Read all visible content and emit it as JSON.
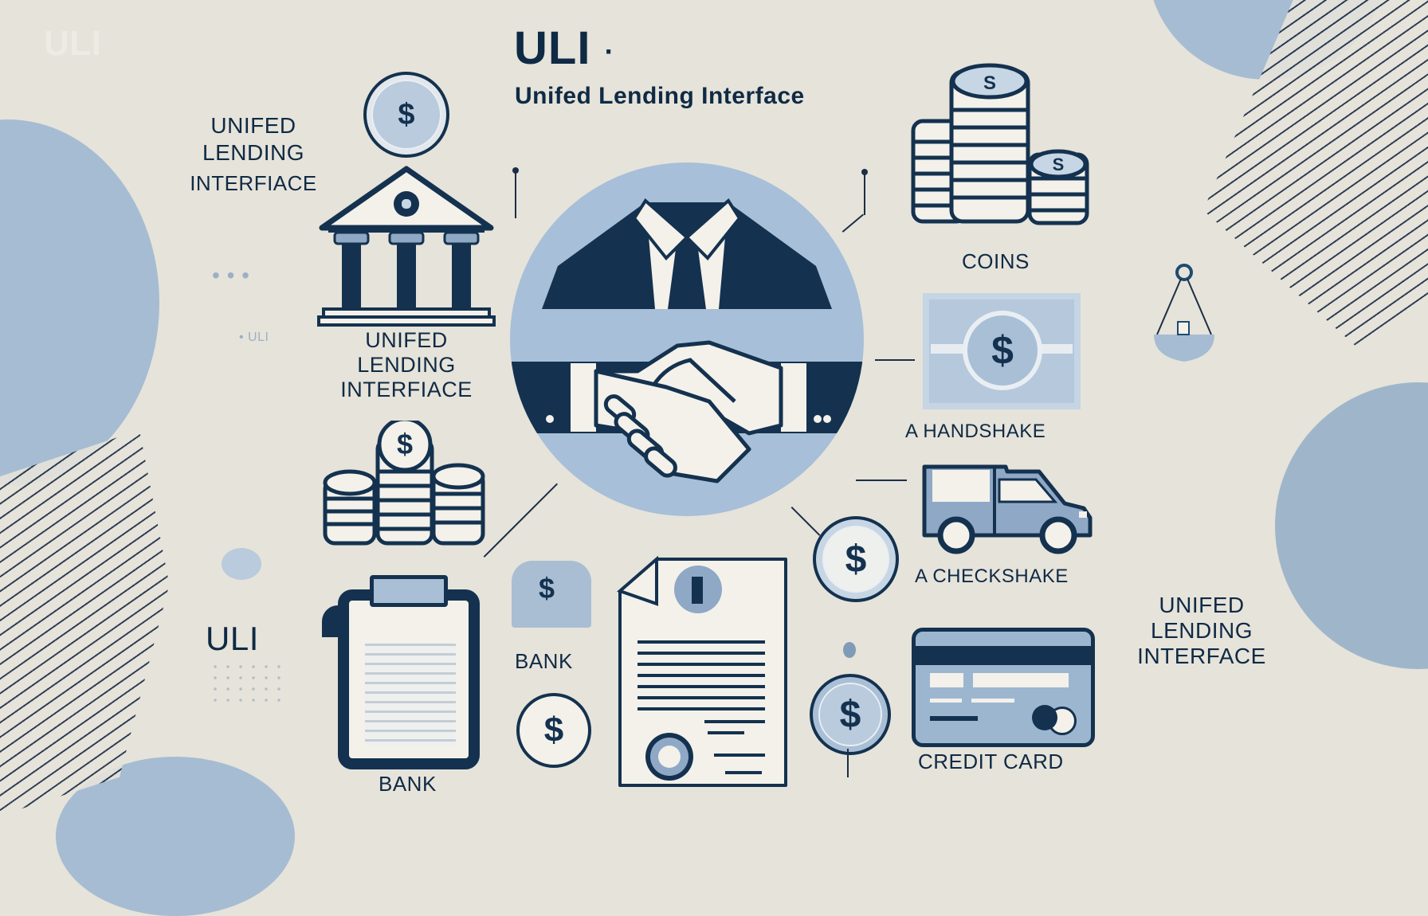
{
  "header": {
    "title": "ULI",
    "title_dot": "·",
    "subtitle": "Unifed Lending Interface",
    "faded_watermark": "ULI"
  },
  "labels": {
    "top_left": [
      "UNIFED",
      "LENDING",
      "INTERFIACE"
    ],
    "bank_caption": [
      "UNIFED",
      "LENDING",
      "INTERFIACE"
    ],
    "bottom_right": [
      "UNIFED",
      "LENDING",
      "INTERFACE"
    ],
    "uli_small": "ULI",
    "coins": "COINS",
    "handshake": "A HANDSHAKE",
    "checkshake": "A CHECKSHAKE",
    "credit_card": "CREDIT CARD",
    "bank_tablet": "BANK",
    "bank_small": "BANK",
    "dots_row": "• • •"
  },
  "icons": {
    "dollar": "$",
    "top_coin": "dollar-coin-icon",
    "bank_building": "bank-building-icon",
    "coin_stack": "coin-stack-icon",
    "handshake": "handshake-icon",
    "money_bill": "money-bill-icon",
    "car": "car-icon",
    "credit_card": "credit-card-icon",
    "tablet": "tablet-icon",
    "document": "contract-document-icon",
    "scale": "scale-icon"
  },
  "colors": {
    "background": "#e6e3da",
    "navy": "#14324f",
    "light_blue": "#a9bed3",
    "pale_blue": "#c7d6e4"
  }
}
